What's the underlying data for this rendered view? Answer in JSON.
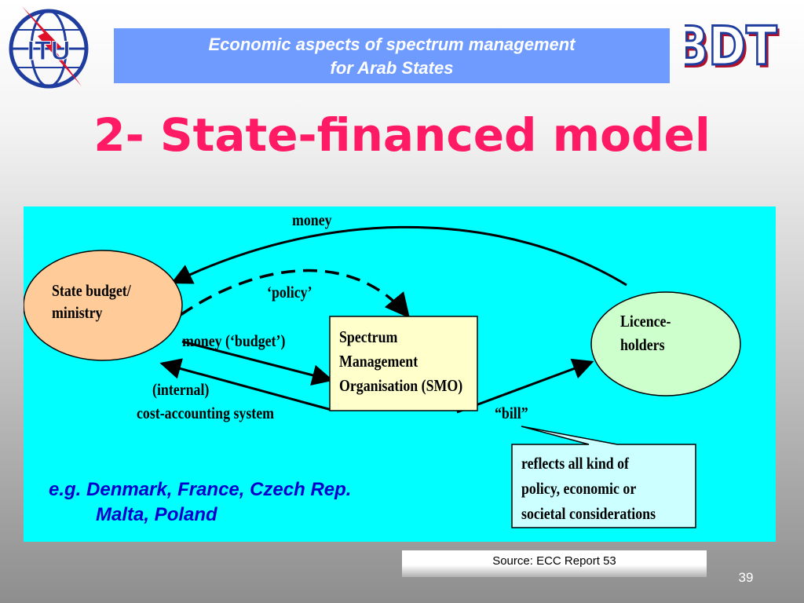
{
  "header": {
    "title_line1": "Economic aspects of spectrum management",
    "title_line2": "for Arab States",
    "itu_logo_text": "ITU",
    "bdt_logo_text": "BDT"
  },
  "slide": {
    "title": "2- State-financed model",
    "page_number": "39",
    "source": "Source: ECC Report 53"
  },
  "diagram": {
    "state_budget": [
      "State budget/",
      "ministry"
    ],
    "smo": [
      "Spectrum",
      "Management",
      "Organisation (SMO)"
    ],
    "licence_holders": [
      "Licence-",
      "holders"
    ],
    "label_money_top": "money",
    "label_policy": "‘policy’",
    "label_money_budget": "money (‘budget’)",
    "label_internal": "(internal)",
    "label_cost_accounting": "cost-accounting system",
    "label_bill": "“bill”",
    "callout": [
      "reflects all kind of",
      "policy, economic or",
      "societal considerations"
    ],
    "examples": [
      "e.g. Denmark, France, Czech Rep.",
      "Malta, Poland"
    ]
  },
  "colors": {
    "panel_bg": "#00ffff",
    "title_pink": "#ff1a66",
    "banner_blue": "#6f9bff",
    "state_ellipse": "#ffcc99",
    "licence_ellipse": "#ccffcc",
    "smo_box": "#ffffcc",
    "callout_box": "#ccffff",
    "example_blue": "#0000cc"
  }
}
